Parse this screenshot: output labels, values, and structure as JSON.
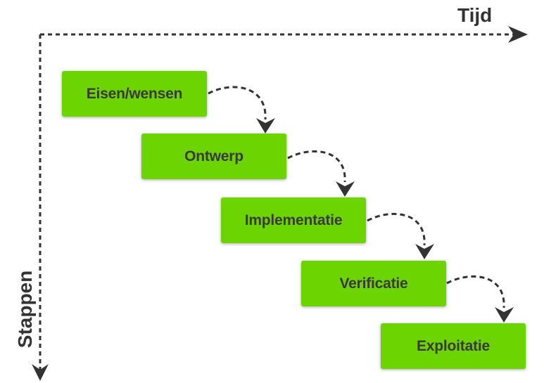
{
  "axes": {
    "horizontal_label": "Tijd",
    "vertical_label": "Stappen",
    "line_color": "#333333",
    "style": "dashed-arrow"
  },
  "steps": [
    {
      "label": "Eisen/wensen"
    },
    {
      "label": "Ontwerp"
    },
    {
      "label": "Implementatie"
    },
    {
      "label": "Verificatie"
    },
    {
      "label": "Exploitatie"
    }
  ],
  "colors": {
    "box_fill": "#6cd400",
    "box_text": "#3a3a3a",
    "connector": "#333333"
  },
  "connector_style": "dashed-curved-arrow"
}
